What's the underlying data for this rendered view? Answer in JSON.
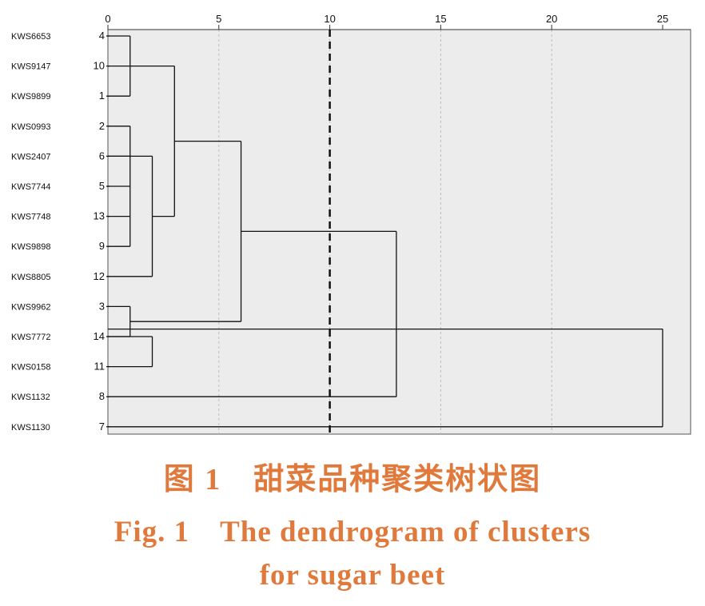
{
  "chart_data": {
    "type": "dendrogram",
    "x_axis": {
      "min": 0,
      "max": 25,
      "ticks": [
        0,
        5,
        10,
        15,
        20,
        25
      ],
      "position": "top"
    },
    "rows": [
      {
        "label": "KWS6653",
        "num": "4"
      },
      {
        "label": "KWS9147",
        "num": "10"
      },
      {
        "label": "KWS9899",
        "num": "1"
      },
      {
        "label": "KWS0993",
        "num": "2"
      },
      {
        "label": "KWS2407",
        "num": "6"
      },
      {
        "label": "KWS7744",
        "num": "5"
      },
      {
        "label": "KWS7748",
        "num": "13"
      },
      {
        "label": "KWS9898",
        "num": "9"
      },
      {
        "label": "KWS8805",
        "num": "12"
      },
      {
        "label": "KWS9962",
        "num": "3"
      },
      {
        "label": "KWS7772",
        "num": "14"
      },
      {
        "label": "KWS0158",
        "num": "11"
      },
      {
        "label": "KWS1132",
        "num": "8"
      },
      {
        "label": "KWS1130",
        "num": "7"
      }
    ],
    "merges": [
      {
        "rows": [
          0,
          1,
          2
        ],
        "height": 1.0
      },
      {
        "rows": [
          3,
          4,
          5,
          6,
          7
        ],
        "height": 1.0
      },
      {
        "rows": [
          9,
          10
        ],
        "height": 1.0
      },
      {
        "rows": [
          4,
          8
        ],
        "height": 2.0
      },
      {
        "rows": [
          10,
          11
        ],
        "height": 2.0
      },
      {
        "rows": [
          1,
          6
        ],
        "height": 3.0
      },
      {
        "rows": [
          3.5,
          9.5
        ],
        "height": 6.0
      },
      {
        "rows": [
          6.5,
          12
        ],
        "height": 13.0
      },
      {
        "rows": [
          9.75,
          13
        ],
        "height": 25.0
      }
    ],
    "cutoff": 10,
    "grid": true,
    "colors": {
      "background": "#ececec",
      "line": "#111111",
      "grid": "#bbbbbb",
      "caption": "#e07a3c"
    }
  },
  "caption": {
    "cn": "图 1　甜菜品种聚类树状图",
    "en_line1": "Fig. 1　The dendrogram of clusters",
    "en_line2": "for sugar beet"
  }
}
